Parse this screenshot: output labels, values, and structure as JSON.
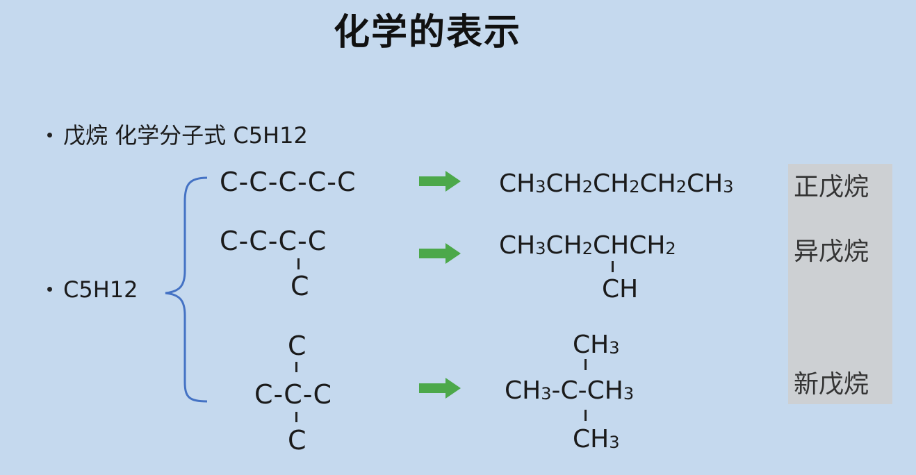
{
  "title": "化学的表示",
  "intro_bullet": "戊烷 化学分子式 C5H12",
  "formula_bullet": "C5H12",
  "brace_color": "#4472c4",
  "arrow_color": "#4ca84a",
  "names_box_color": "#cdd0d3",
  "isomers": [
    {
      "skeleton": "C-C-C-C-C",
      "condensed": [
        {
          "t": "CH",
          "s": "3"
        },
        {
          "t": "CH",
          "s": "2"
        },
        {
          "t": "CH",
          "s": "2"
        },
        {
          "t": "CH",
          "s": "2"
        },
        {
          "t": "CH",
          "s": "3"
        }
      ],
      "name": "正戊烷"
    },
    {
      "skeleton_main": "C-C-C-C",
      "skeleton_branch": "C",
      "condensed": [
        {
          "t": "CH",
          "s": "3"
        },
        {
          "t": "CH",
          "s": "2"
        },
        {
          "t": "CHCH",
          "s": "2"
        }
      ],
      "branch": "CH",
      "name": "异戊烷"
    },
    {
      "skeleton_top": "C",
      "skeleton_main": "C-C-C",
      "skeleton_bottom": "C",
      "top_group": "CH3",
      "left_group": "CH3",
      "center_atom": "C",
      "right_group": "CH3",
      "bottom_group": "CH3",
      "name": "新戊烷"
    }
  ]
}
